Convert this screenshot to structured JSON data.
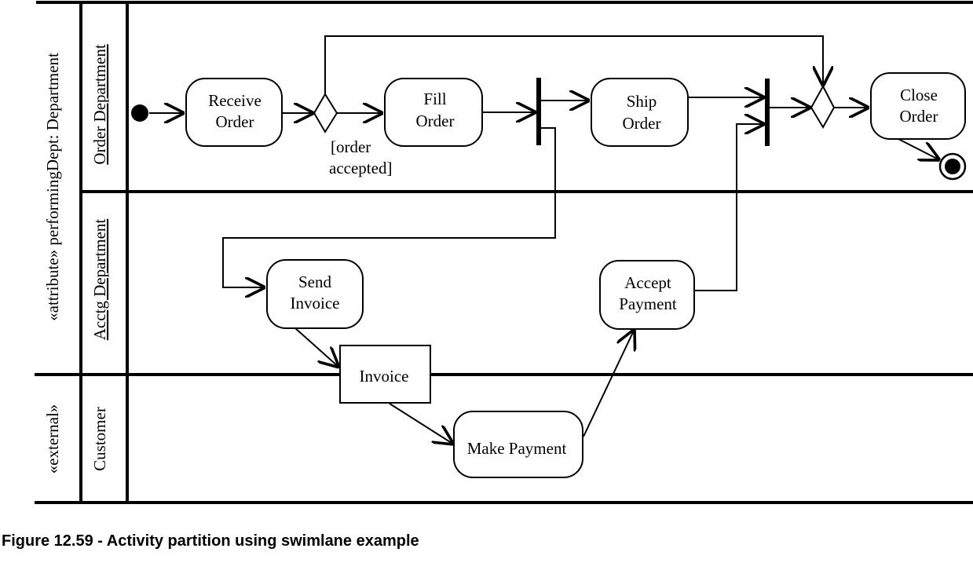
{
  "partitions": {
    "outer_top": "«attribute» performingDept: Department",
    "outer_bottom": "«external»",
    "lane_order": "Order Department",
    "lane_acctg": "Acctg Department",
    "lane_customer": "Customer"
  },
  "nodes": {
    "receive_order": [
      "Receive",
      "Order"
    ],
    "fill_order": [
      "Fill",
      "Order"
    ],
    "ship_order": [
      "Ship",
      "Order"
    ],
    "close_order": [
      "Close",
      "Order"
    ],
    "send_invoice": [
      "Send",
      "Invoice"
    ],
    "accept_payment": [
      "Accept",
      "Payment"
    ],
    "make_payment": "Make Payment",
    "invoice": "Invoice"
  },
  "guard": [
    "[order",
    "accepted]"
  ],
  "caption": "Figure 12.59 - Activity partition using swimlane example",
  "colors": {
    "stroke": "#000000",
    "background": "#ffffff"
  }
}
